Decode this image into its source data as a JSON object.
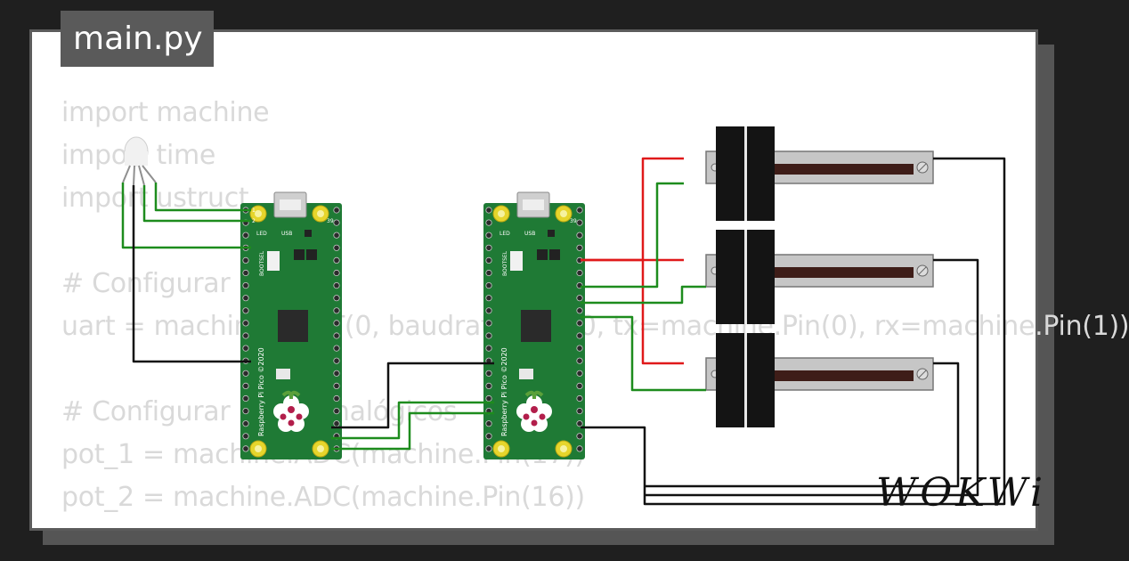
{
  "file_tab": {
    "label": "main.py"
  },
  "code_lines": [
    "import machine",
    "import time",
    "import ustruct",
    "",
    "# Configurar",
    "uart = machine.UART(0, baudrate=9600, tx=machine.Pin(0), rx=machine.Pin(1))",
    "",
    "# Configurar pines analógicos",
    "pot_1 = machine.ADC(machine.Pin(17))",
    "pot_2 = machine.ADC(machine.Pin(16))"
  ],
  "board": {
    "usb_label": "USB",
    "led_label": "LED",
    "bootsel_label": "BOOTSEL",
    "name_label": "Raspberry Pi Pico ©2020",
    "pin_1": "1",
    "pin_2": "2",
    "pin_39": "39"
  },
  "brand": {
    "logo": "WOKWi"
  },
  "colors": {
    "wire_red": "#e0191a",
    "wire_green": "#1d8c1d",
    "wire_black": "#111111",
    "board_green": "#1f7a35",
    "pad_gold": "#d8c41a"
  }
}
